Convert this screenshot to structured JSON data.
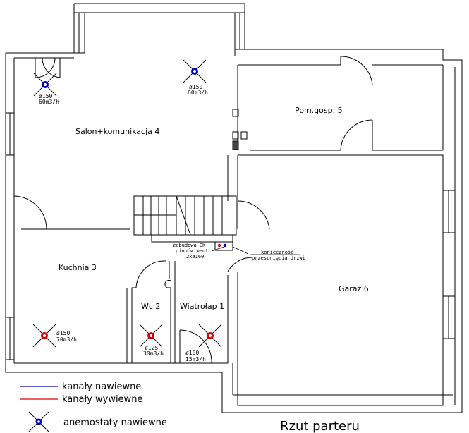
{
  "title": "Rzut parteru",
  "rooms": {
    "salon": "Salon+komunikacja 4",
    "pom_gosp": "Pom.gosp. 5",
    "kuchnia": "Kuchnia 3",
    "wc": "Wc 2",
    "wiatrolap": "Wiatrołap 1",
    "garaz": "Garaż 6"
  },
  "diffusers": [
    {
      "id": "salon-left",
      "diameter": "ø150",
      "flow": "60m3/h",
      "type": "supply"
    },
    {
      "id": "salon-right",
      "diameter": "ø150",
      "flow": "60m3/h",
      "type": "supply"
    },
    {
      "id": "kuchnia",
      "diameter": "ø150",
      "flow": "70m3/h",
      "type": "exhaust"
    },
    {
      "id": "wc",
      "diameter": "ø125",
      "flow": "30m3/h",
      "type": "exhaust"
    },
    {
      "id": "wiatrolap",
      "diameter": "ø100",
      "flow": "15m3/h",
      "type": "exhaust"
    }
  ],
  "notes": {
    "zabudowa_1": "zabudowa GK",
    "zabudowa_2": "pionów went.",
    "zabudowa_3": "2xø160",
    "koniecznosc_1": "konieczność",
    "koniecznosc_2": "przesunięcia drzwi"
  },
  "legend": {
    "supply_duct": "kanały nawiewne",
    "exhaust_duct": "kanały wywiewne",
    "supply_diffuser": "anemostaty nawiewne"
  },
  "colors": {
    "wall": "#000000",
    "supply": "#0000cc",
    "exhaust": "#dd0000",
    "background": "#ffffff"
  }
}
